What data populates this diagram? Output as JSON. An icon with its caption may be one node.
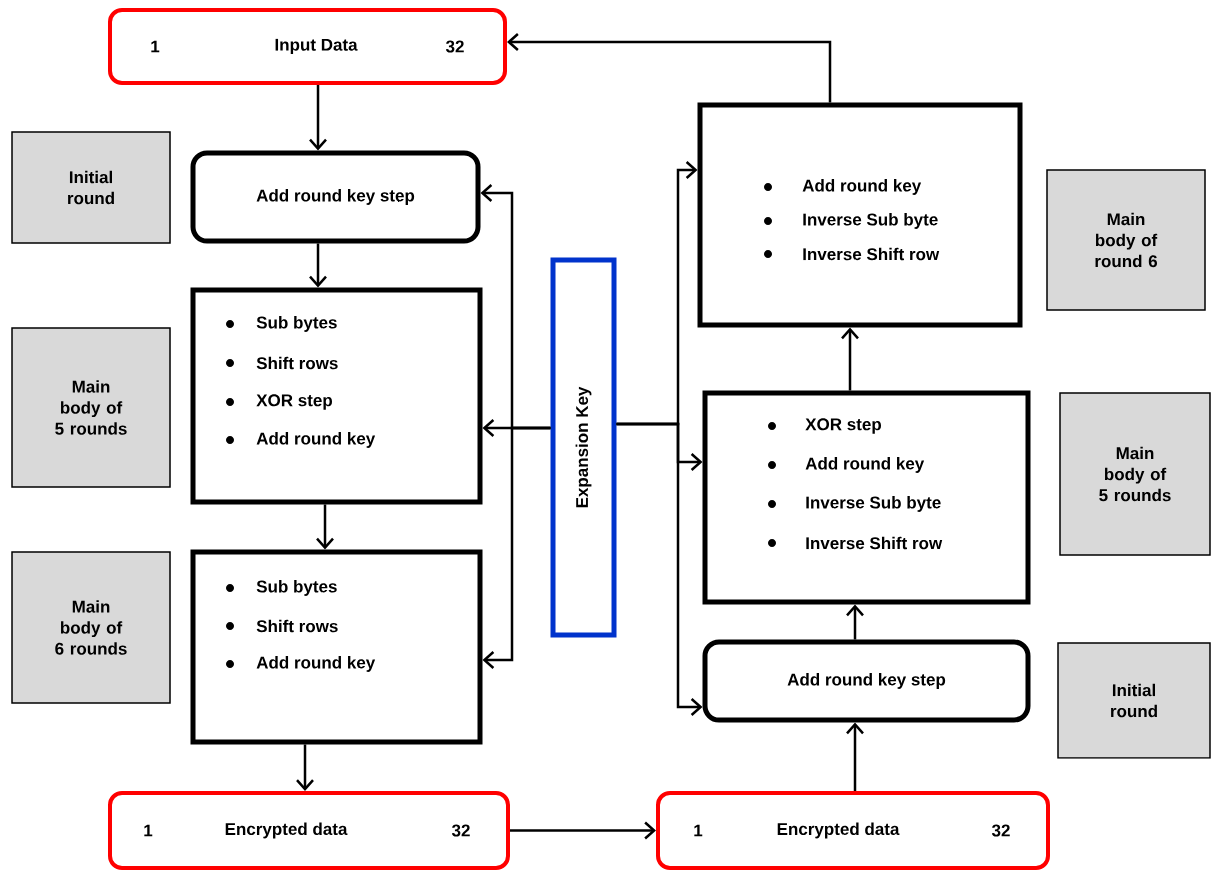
{
  "diagram": {
    "nodes": [
      {
        "text": [
          "1",
          "Input Data",
          "32"
        ]
      },
      {
        "text": [
          "Initial round"
        ]
      },
      {
        "text": [
          "Add round key step"
        ]
      },
      {
        "text": [
          "Main body of 5 rounds"
        ]
      },
      {
        "text": [
          "Sub bytes",
          "Shift rows",
          "XOR step",
          "Add round key"
        ]
      },
      {
        "text": [
          "Main body of 6 rounds"
        ]
      },
      {
        "text": [
          "Sub bytes",
          "Shift rows",
          "Add round key"
        ]
      },
      {
        "text": [
          "Expansion Key"
        ]
      },
      {
        "text": [
          "Add round key",
          "Inverse Sub byte",
          "Inverse Shift row"
        ]
      },
      {
        "text": [
          "Main body of round 6"
        ]
      },
      {
        "text": [
          "XOR step",
          "Add round key",
          "Inverse Sub byte",
          "Inverse Shift row"
        ]
      },
      {
        "text": [
          "Main body of 5 rounds"
        ]
      },
      {
        "text": [
          "Add round key step"
        ]
      },
      {
        "text": [
          "Initial round"
        ]
      },
      {
        "text": [
          "1",
          "Encrypted data",
          "32"
        ]
      },
      {
        "text": [
          "1",
          "Encrypted data",
          "32"
        ]
      }
    ],
    "edges": [
      {
        "from": 0,
        "to": 2,
        "arrow": "to"
      },
      {
        "from": 2,
        "to": 4,
        "arrow": "to"
      },
      {
        "from": 4,
        "to": 6,
        "arrow": "to"
      },
      {
        "from": 6,
        "to": 14,
        "arrow": "to"
      },
      {
        "from": 14,
        "to": 15,
        "arrow": "to"
      },
      {
        "from": 15,
        "to": 12,
        "arrow": "to"
      },
      {
        "from": 12,
        "to": 10,
        "arrow": "to"
      },
      {
        "from": 10,
        "to": 8,
        "arrow": "to"
      },
      {
        "from": 8,
        "to": 0,
        "arrow": "to"
      },
      {
        "from": 7,
        "to": 2,
        "arrow": "to"
      },
      {
        "from": 7,
        "to": 4,
        "arrow": "to"
      },
      {
        "from": 7,
        "to": 6,
        "arrow": "to"
      },
      {
        "from": 7,
        "to": 8,
        "arrow": "to"
      },
      {
        "from": 7,
        "to": 10,
        "arrow": "to"
      },
      {
        "from": 7,
        "to": 12,
        "arrow": "to"
      }
    ]
  }
}
